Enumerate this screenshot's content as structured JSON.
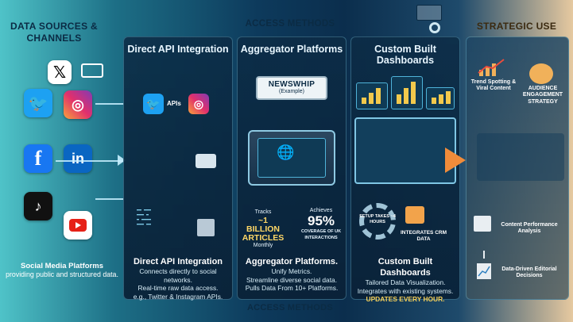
{
  "headings": {
    "data_sources": "DATA SOURCES & CHANNELS",
    "access_methods_top": "ACCESS METHODS",
    "strategic_use": "STRATEGIC USE",
    "access_methods_bottom": "ACCESS METHODS"
  },
  "sources": {
    "icons": [
      "x-logo-icon",
      "twitter-icon",
      "instagram-icon",
      "facebook-icon",
      "linkedin-icon",
      "tiktok-icon",
      "youtube-icon"
    ],
    "caption_title": "Social Media Platforms",
    "caption_body": "providing public and structured data."
  },
  "direct_api": {
    "title": "Direct API Integration",
    "api_label": "APIs",
    "desc_title": "Direct API Integration",
    "desc_line1": "Connects directly to social networks.",
    "desc_line2": "Real-time raw data access.",
    "desc_line3": "e.g., Twitter & Instagram APIs."
  },
  "aggregator": {
    "title": "Aggregator Platforms",
    "brand": "NEWSWHIP",
    "brand_note": "(Example)",
    "tracks_prefix": "Tracks",
    "tracks_value": "~1 BILLION ARTICLES",
    "tracks_suffix": "Monthly",
    "achieves_prefix": "Achieves",
    "achieves_value": "95%",
    "achieves_suffix": "COVERAGE OF UK INTERACTIONS",
    "desc_title": "Aggregator Platforms.",
    "desc_line1": "Unify Metrics.",
    "desc_line2": "Streamline diverse social data.",
    "desc_line3": "Pulls Data From 10+ Platforms."
  },
  "custom": {
    "title": "Custom Built Dashboards",
    "setup_label": "SETUP TAKES ~4 HOURS",
    "crm_label": "INTEGRATES CRM DATA",
    "desc_title": "Custom Built Dashboards",
    "desc_line1": "Tailored Data Visualization.",
    "desc_line2": "Integrates with existing systems.",
    "desc_line3": "UPDATES EVERY HOUR."
  },
  "strategic": {
    "trend": "Trend Spotting & Viral Content",
    "audience": "AUDIENCE ENGAGEMENT STRATEGY",
    "content": "Content Performance Analysis",
    "editorial": "Data-Driven Editorial Decisions"
  },
  "colors": {
    "accent_yellow": "#f5d05a",
    "arrow_orange": "#f08c3a",
    "panel_bg": "#0b2e4d"
  }
}
